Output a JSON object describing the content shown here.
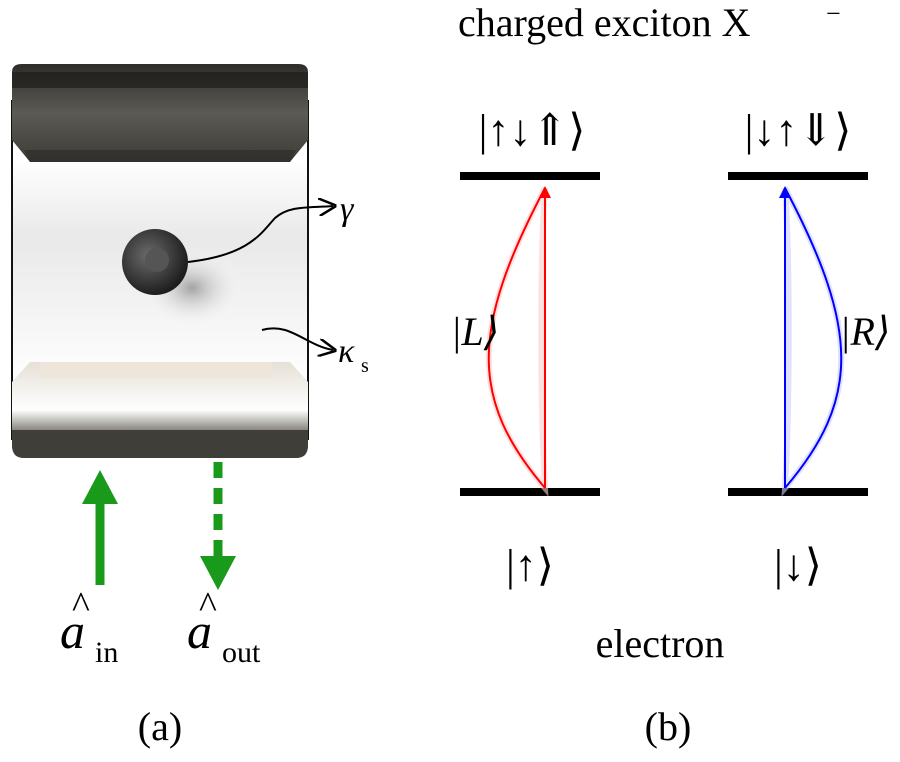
{
  "panel_a": {
    "caption": "(a)",
    "gamma_label": "γ",
    "kappa_label": "κ",
    "kappa_sub": "s",
    "input_symbol": "a",
    "input_sub": "in",
    "output_symbol": "a",
    "output_sub": "out",
    "hat": "^"
  },
  "panel_b": {
    "caption": "(b)",
    "title_main": "charged exciton X",
    "title_sup": "−",
    "electron_label": "electron",
    "excited_left": "|↑↓⇑⟩",
    "excited_right": "|↓↑⇓⟩",
    "ground_left": "|↑⟩",
    "ground_right": "|↓⟩",
    "polarization_left": "|L⟩",
    "polarization_right": "|R⟩"
  },
  "colors": {
    "left_transition": "#ff0000",
    "right_transition": "#0000ff",
    "io_arrows": "#1a9a1a",
    "levels": "#000000"
  },
  "icons": {
    "quantum_dot": "dark-sphere",
    "mirrors": "metallic-bars"
  }
}
